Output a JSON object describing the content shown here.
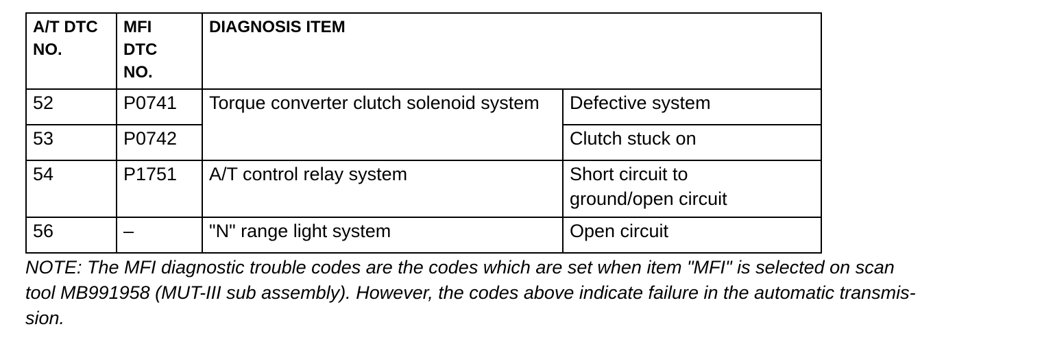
{
  "table": {
    "headers": {
      "at_dtc": [
        "A/T DTC",
        "NO."
      ],
      "mfi_dtc": [
        "MFI",
        "DTC",
        "NO."
      ],
      "diagnosis": "DIAGNOSIS ITEM"
    },
    "rows": [
      {
        "at": "52",
        "mfi": "P0741",
        "item": "Torque converter clutch solenoid system",
        "detail": "Defective system"
      },
      {
        "at": "53",
        "mfi": "P0742",
        "item": "",
        "detail": "Clutch stuck on"
      },
      {
        "at": "54",
        "mfi": "P1751",
        "item": "A/T control relay system",
        "detail": [
          "Short circuit to",
          "ground/open circuit"
        ]
      },
      {
        "at": "56",
        "mfi": "–",
        "item": "\"N\" range light system",
        "detail": "Open circuit"
      }
    ]
  },
  "note": {
    "lines": [
      "NOTE: The MFI diagnostic trouble codes are the codes which are set when item \"MFI\" is selected on scan",
      "tool MB991958 (MUT-III sub assembly). However, the codes above indicate failure in the automatic transmis-",
      "sion."
    ]
  }
}
